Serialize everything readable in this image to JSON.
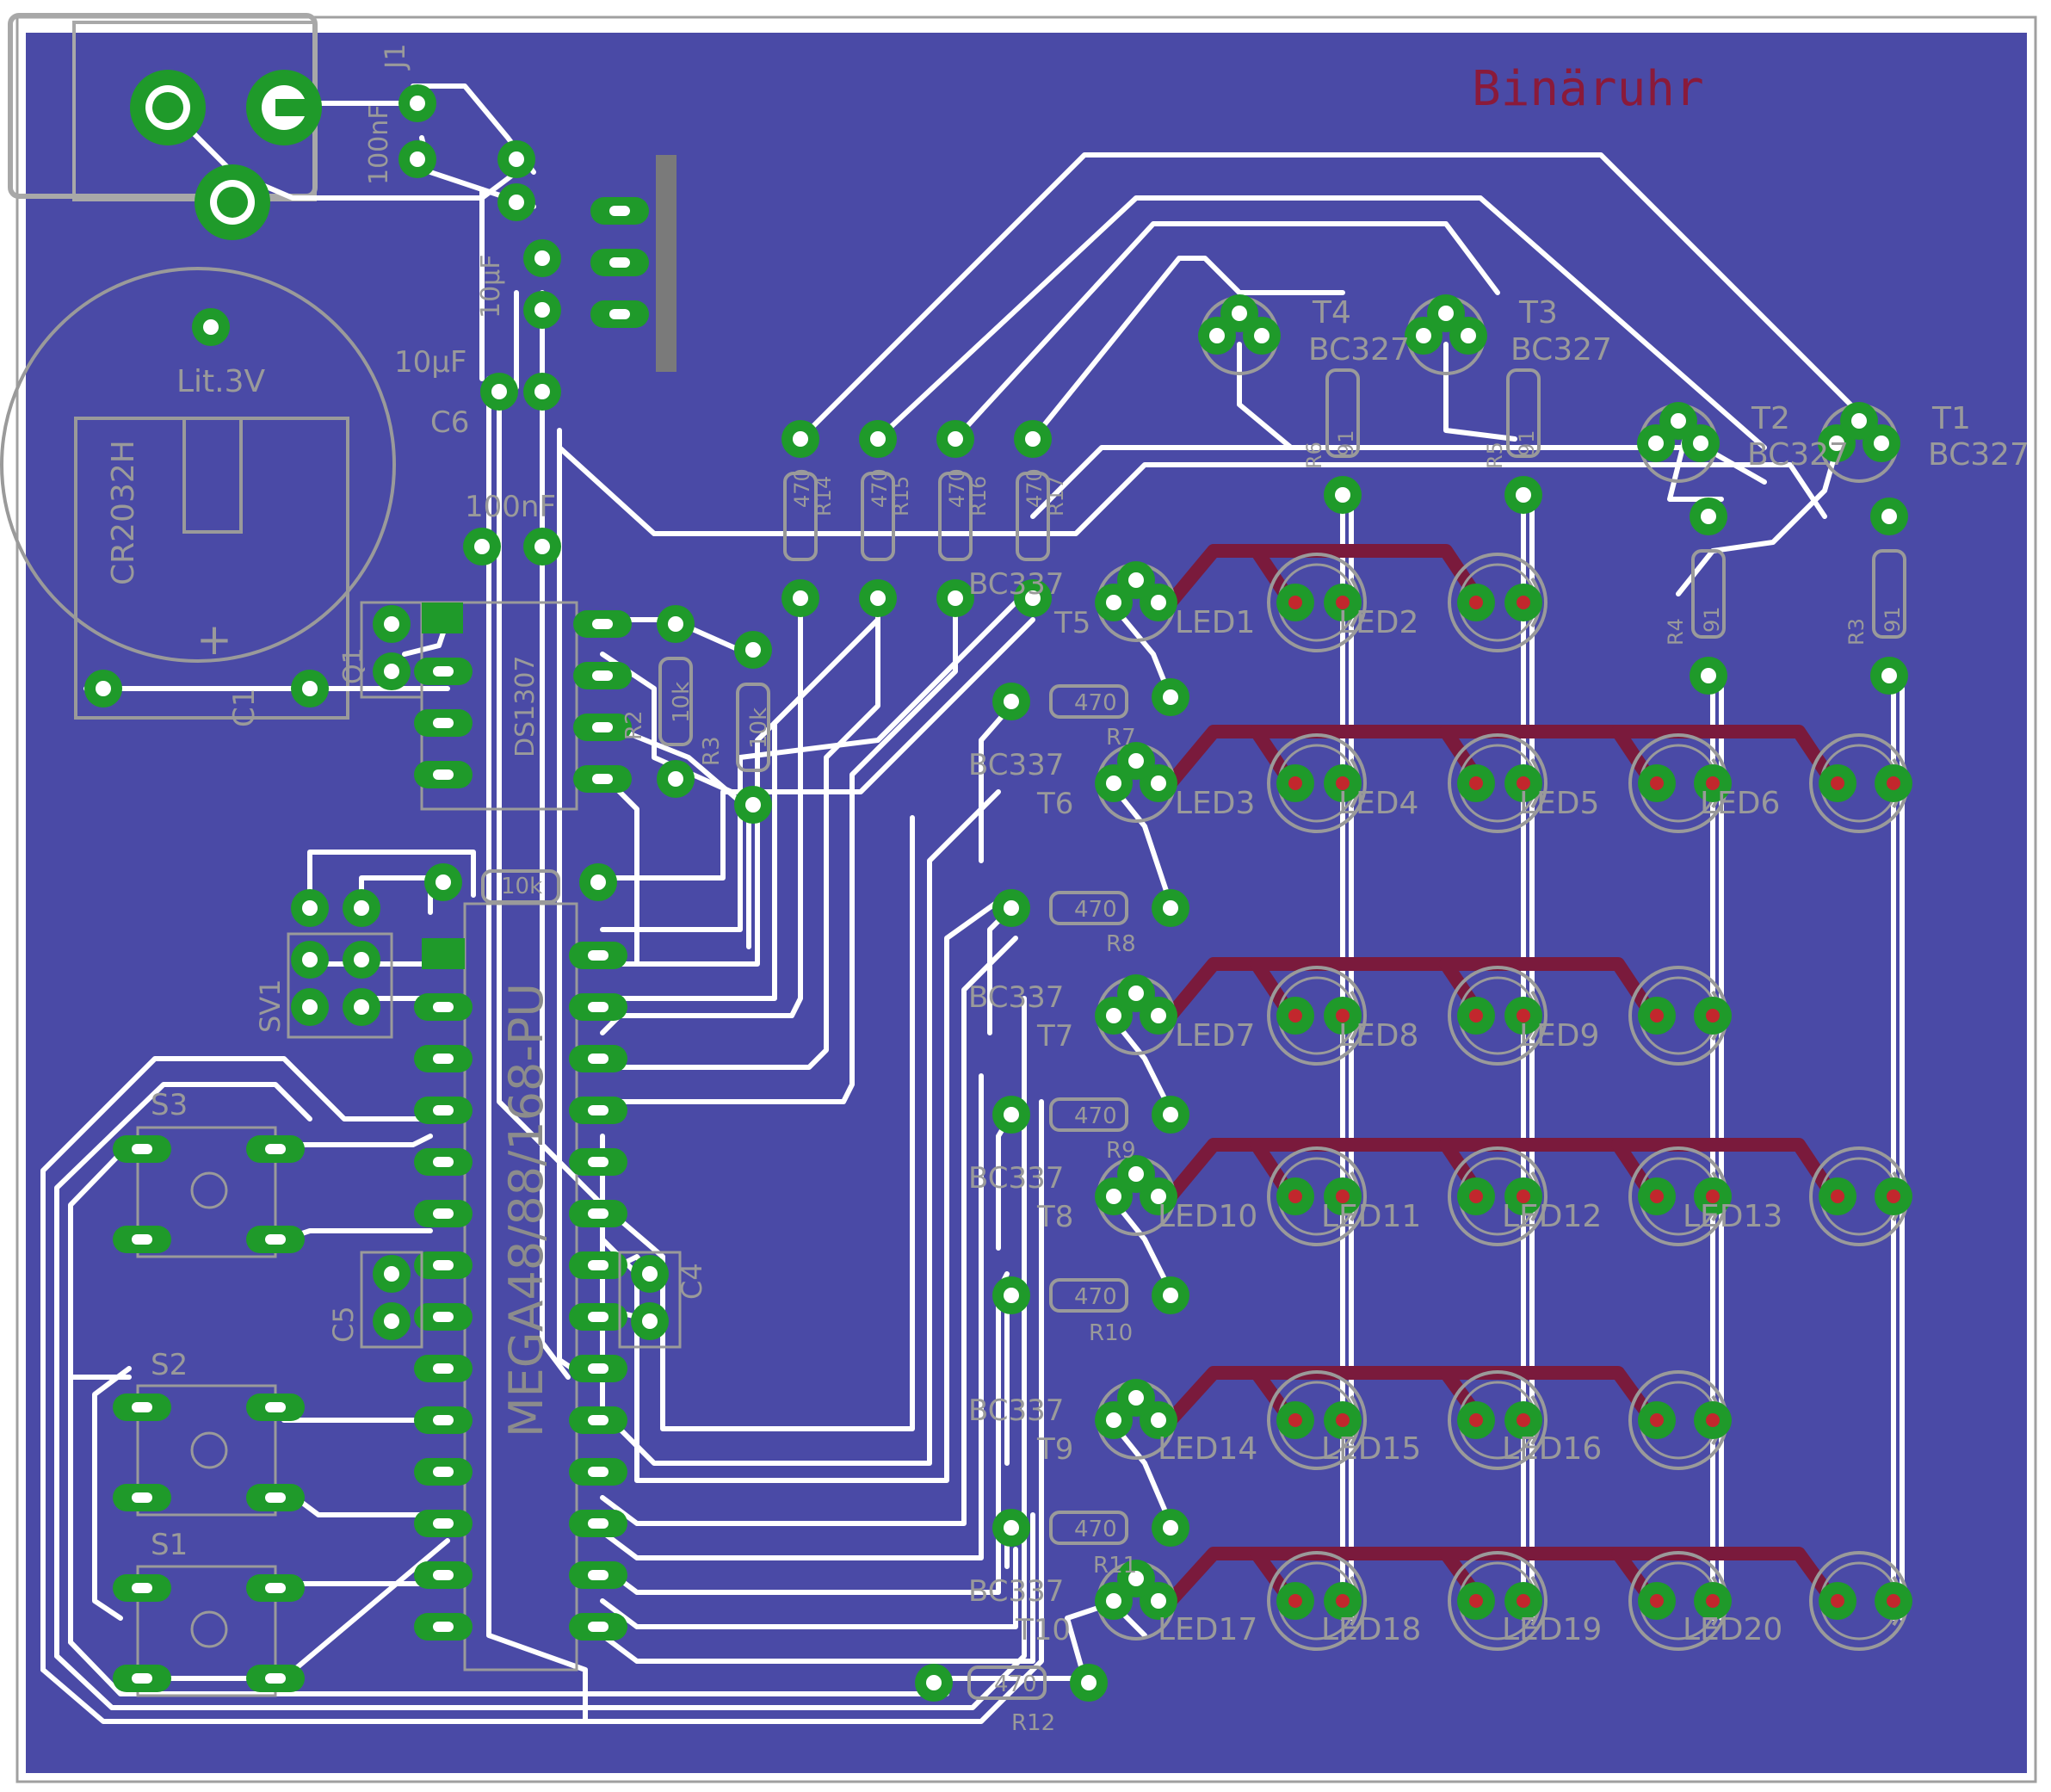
{
  "board": {
    "title": "Binäruhr",
    "colors": {
      "board": "#4a4aa6",
      "trace": "#ffffff",
      "bottom_trace": "#7a1a3c",
      "pad": "#1f9a2a",
      "silk": "#9a9a9a",
      "title": "#8a1a3a"
    }
  },
  "labels": {
    "j1": "J1",
    "c_100nf_top": "100nF",
    "c_10uf_top": "10µF",
    "c6_val": "10µF",
    "c6": "C6",
    "c_100nf_mid": "100nF",
    "battery_volt": "Lit.3V",
    "battery_type": "CR2032H",
    "battery_plus": "+",
    "c1": "C1",
    "q1": "Q1",
    "ds1307": "DS1307",
    "r2": "R2",
    "r2_val": "10k",
    "r3": "R3",
    "r3_val": "10k",
    "r1_val": "10k",
    "sv1": "SV1",
    "mcu": "MEGA48/88/168-PU",
    "c5": "C5",
    "c4": "C4",
    "s1": "S1",
    "s2": "S2",
    "s3": "S3",
    "t1": "T1",
    "t1_type": "BC327",
    "t2": "T2",
    "t2_type": "BC327",
    "t3": "T3",
    "t3_type": "BC327",
    "t4": "T4",
    "t4_type": "BC327",
    "r3b": "R3",
    "r4": "R4",
    "r5": "R5",
    "r6": "R6",
    "r_91": "91",
    "r14": "R14",
    "r15": "R15",
    "r16": "R16",
    "r17": "R17",
    "r_470": "470",
    "bc337_1": "BC337",
    "bc337_2": "BC337",
    "bc337_3": "BC337",
    "bc337_4": "BC337",
    "bc337_5": "BC337",
    "bc337_6": "BC337",
    "t5": "T5",
    "t6": "T6",
    "t7": "T7",
    "t8": "T8",
    "t9": "T9",
    "t10": "T10",
    "r7": "R7",
    "r8": "R8",
    "r9": "R9",
    "r10": "R10",
    "r11": "R11",
    "r12": "R12",
    "led1": "LED1",
    "led2": "LED2",
    "led3": "LED3",
    "led4": "LED4",
    "led5": "LED5",
    "led6": "LED6",
    "led7": "LED7",
    "led8": "LED8",
    "led9": "LED9",
    "led10": "LED10",
    "led11": "LED11",
    "led12": "LED12",
    "led13": "LED13",
    "led14": "LED14",
    "led15": "LED15",
    "led16": "LED16",
    "led17": "LED17",
    "led18": "LED18",
    "led19": "LED19",
    "led20": "LED20"
  }
}
